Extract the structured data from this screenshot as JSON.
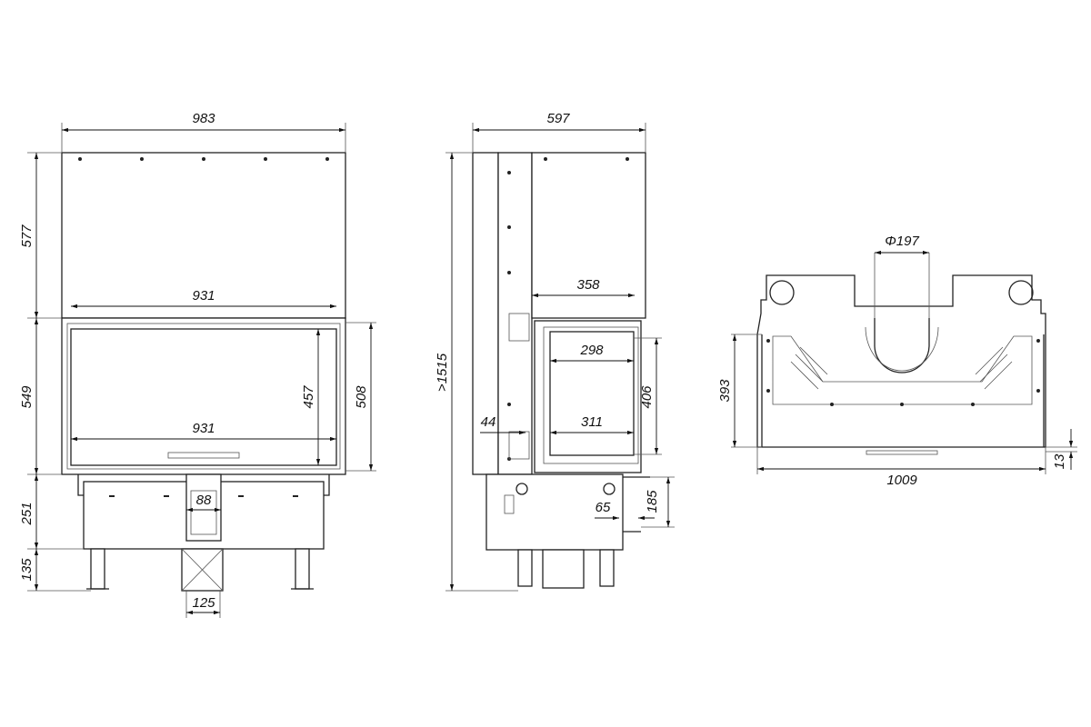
{
  "front_view": {
    "width_total": "983",
    "height_top": "577",
    "width_inner_top": "931",
    "height_body": "549",
    "width_glass": "931",
    "height_glass": "457",
    "height_door": "508",
    "height_base": "251",
    "vent_width": "88",
    "height_legs": "135",
    "duct_width": "125"
  },
  "side_view": {
    "depth_total": "597",
    "height_total": ">1515",
    "depth_top": "358",
    "glass_width_top": "298",
    "glass_height": "406",
    "offset": "44",
    "glass_width_bottom": "311",
    "inlet_offset": "65",
    "inlet_height": "185"
  },
  "top_view": {
    "flue_diameter": "Φ197",
    "depth": "393",
    "width_total": "1009",
    "front_offset": "13"
  }
}
